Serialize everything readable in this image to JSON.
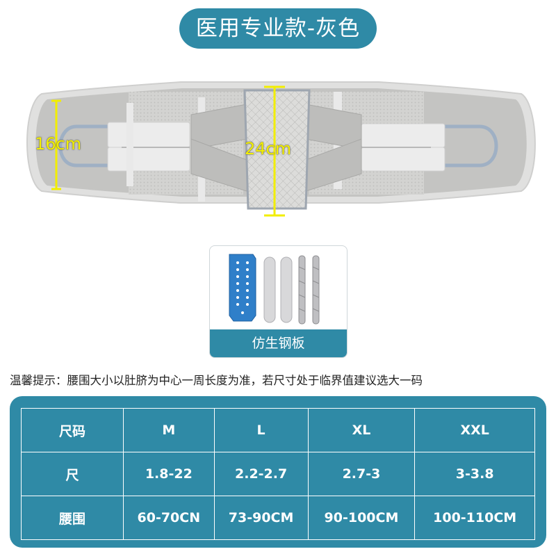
{
  "title": "医用专业款-灰色",
  "product": {
    "height_label": "16cm",
    "center_label": "24cm",
    "colors": {
      "belt": "#c2c2c0",
      "mesh": "#dadad8",
      "strap": "#e9e9ea",
      "accent": "#f2ee00"
    }
  },
  "plates": {
    "caption": "仿生钢板",
    "colors": {
      "blue": "#2f7fc9",
      "silver": "#d6d6d8"
    }
  },
  "tip": "温馨提示：腰围大小以肚脐为中心一周长度为准，若尺寸处于临界值建议选大一码",
  "size_table": {
    "rows": [
      {
        "header": "尺码",
        "cells": [
          "M",
          "L",
          "XL",
          "XXL"
        ]
      },
      {
        "header": "尺",
        "cells": [
          "1.8-22",
          "2.2-2.7",
          "2.7-3",
          "3-3.8"
        ]
      },
      {
        "header": "腰围",
        "cells": [
          "60-70CN",
          "73-90CM",
          "90-100CM",
          "100-110CM"
        ]
      }
    ],
    "colors": {
      "background": "#2f8aa6",
      "text": "#ffffff"
    }
  }
}
